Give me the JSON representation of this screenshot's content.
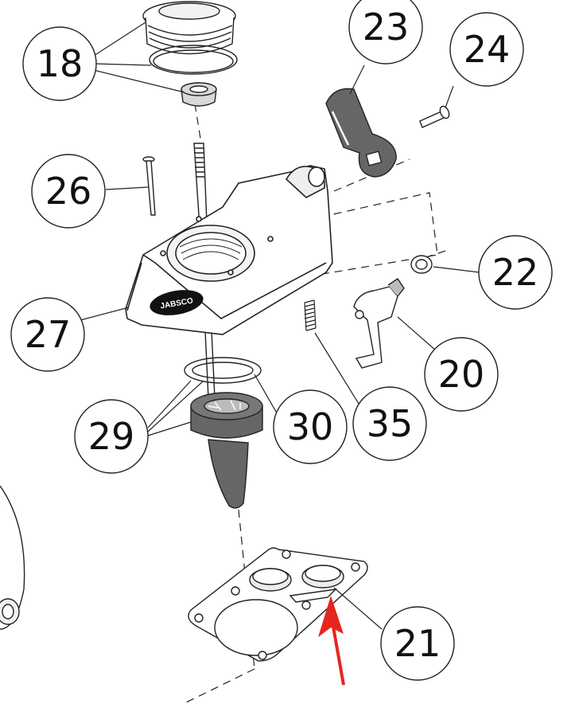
{
  "diagram": {
    "callouts": [
      "18",
      "23",
      "24",
      "26",
      "22",
      "27",
      "20",
      "29",
      "30",
      "35",
      "21"
    ],
    "logo": "JABSCO"
  },
  "colors": {
    "line": "#222222",
    "dark_part": "#555555",
    "mid_part": "#6b6b6b",
    "light_part": "#d8d8d8",
    "arrow": "#e5261f"
  }
}
